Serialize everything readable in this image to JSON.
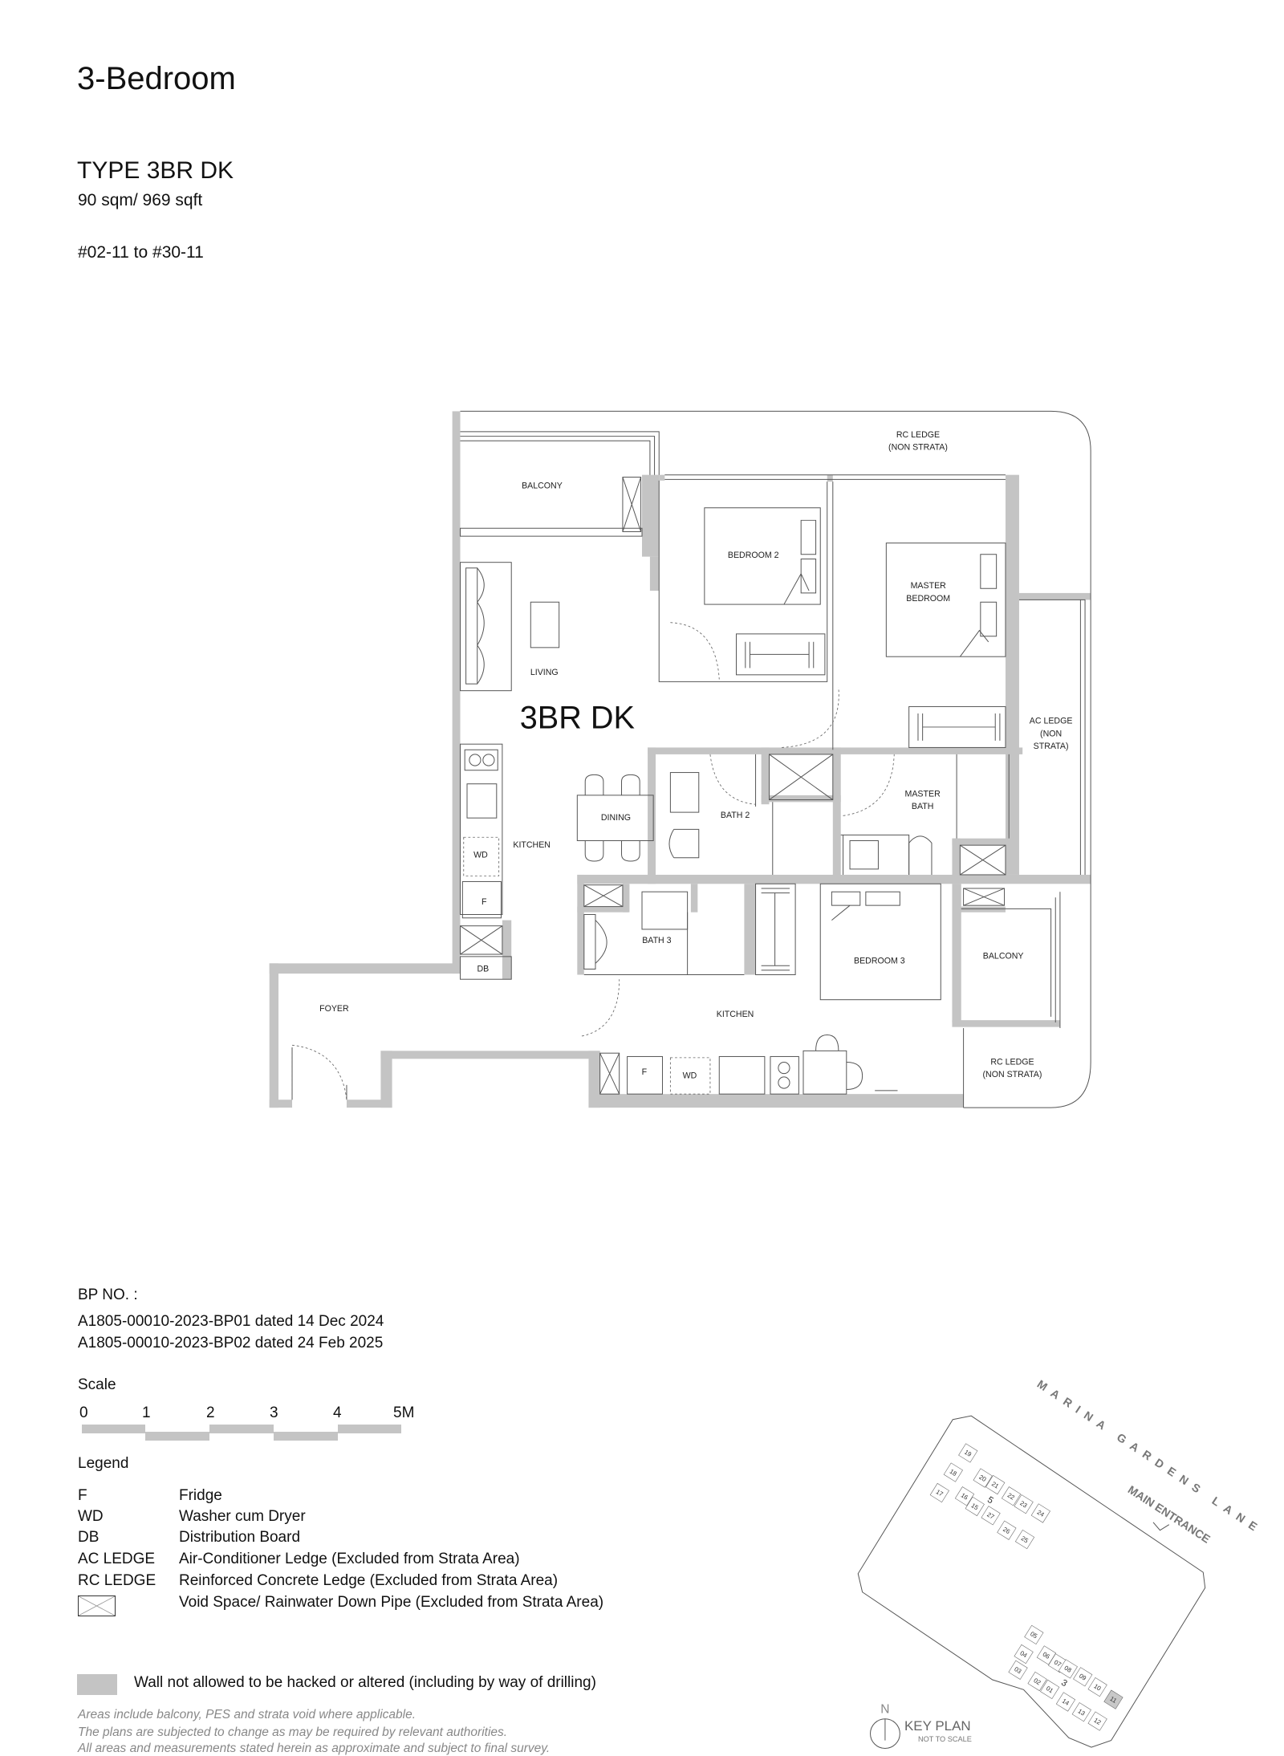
{
  "header": {
    "title": "3-Bedroom",
    "type": "TYPE 3BR DK",
    "area": "90 sqm/ 969 sqft",
    "units": "#02-11 to #30-11"
  },
  "plan": {
    "unit_label": "3BR DK",
    "rooms": {
      "rc_ledge_top": "RC LEDGE",
      "rc_ledge_top_sub": "(NON STRATA)",
      "balcony_1": "BALCONY",
      "bedroom_2": "BEDROOM 2",
      "master_bedroom_1": "MASTER",
      "master_bedroom_2": "BEDROOM",
      "living": "LIVING",
      "ac_ledge_1": "AC LEDGE",
      "ac_ledge_2": "(NON",
      "ac_ledge_3": "STRATA)",
      "dining": "DINING",
      "bath_2": "BATH 2",
      "master_bath_1": "MASTER",
      "master_bath_2": "BATH",
      "kitchen_1": "KITCHEN",
      "wd_1": "WD",
      "f_1": "F",
      "db": "DB",
      "bath_3": "BATH 3",
      "bedroom_3": "BEDROOM 3",
      "balcony_2": "BALCONY",
      "foyer": "FOYER",
      "kitchen_2": "KITCHEN",
      "rc_ledge_bottom": "RC LEDGE",
      "rc_ledge_bottom_sub": "(NON STRATA)",
      "f_2": "F",
      "wd_2": "WD"
    },
    "wall_color": "#c4c4c4"
  },
  "bp": {
    "label": "BP NO. :",
    "lines": [
      "A1805-00010-2023-BP01 dated 14 Dec 2024",
      "A1805-00010-2023-BP02 dated 24 Feb 2025"
    ]
  },
  "scale": {
    "label": "Scale",
    "ticks": [
      "0",
      "1",
      "2",
      "3",
      "4",
      "5M"
    ]
  },
  "legend": {
    "title": "Legend",
    "items": [
      {
        "key": "F",
        "desc": "Fridge"
      },
      {
        "key": "WD",
        "desc": "Washer cum Dryer"
      },
      {
        "key": "DB",
        "desc": "Distribution Board"
      },
      {
        "key": "AC LEDGE",
        "desc": "Air-Conditioner Ledge (Excluded from Strata Area)"
      },
      {
        "key": "RC LEDGE",
        "desc": "Reinforced Concrete Ledge (Excluded from Strata Area)"
      },
      {
        "key": "",
        "desc": "Void Space/ Rainwater Down Pipe (Excluded from Strata Area)"
      }
    ],
    "wall_note": "Wall not allowed to be hacked or altered (including by way of drilling)"
  },
  "notes": [
    "Areas include balcony, PES and strata void where applicable.",
    "The plans are subjected to change as may be required by relevant authorities.",
    "All areas and measurements stated herein as approximate and subject to final survey."
  ],
  "key_plan": {
    "road": "MARINA GARDENS LANE",
    "entrance": "MAIN ENTRANCE",
    "north": "N",
    "title": "KEY PLAN",
    "subtitle": "NOT TO SCALE",
    "highlighted_unit": "11",
    "highlight_color": "#c8c8c8",
    "blocks": [
      "19",
      "18",
      "17",
      "20",
      "16",
      "21",
      "5",
      "15",
      "22",
      "23",
      "24",
      "27",
      "26",
      "25",
      "05",
      "04",
      "03",
      "06",
      "07",
      "08",
      "09",
      "10",
      "11",
      "02",
      "01",
      "3",
      "14",
      "13",
      "12"
    ]
  }
}
